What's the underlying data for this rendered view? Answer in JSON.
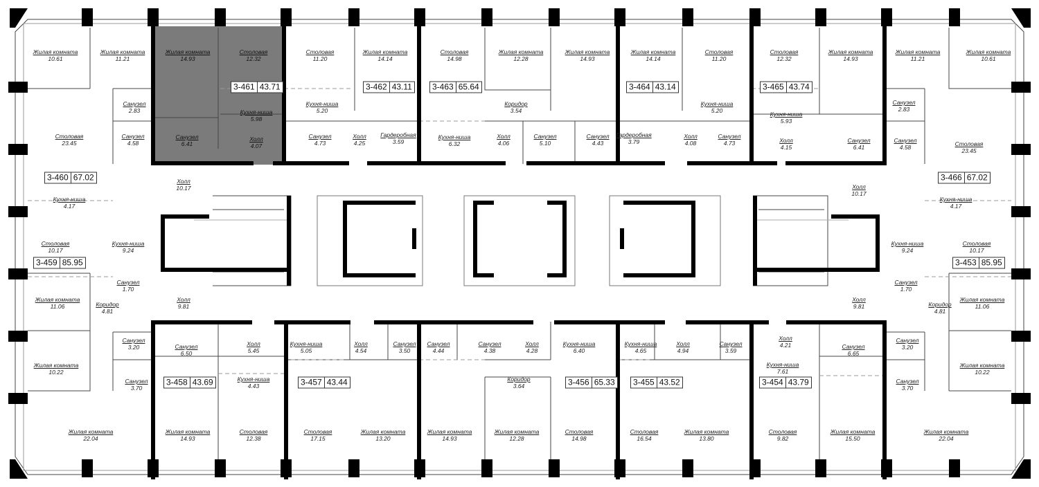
{
  "title": "Floor 3 apartment plan",
  "colors": {
    "wall": "#000000",
    "selected_fill": "#7b7b7b",
    "line": "#555555"
  },
  "selected_apartment": "3-461",
  "apartments": [
    {
      "id": "3-461",
      "area": "43.71"
    },
    {
      "id": "3-460",
      "area": "67.02"
    },
    {
      "id": "3-462",
      "area": "43.11"
    },
    {
      "id": "3-463",
      "area": "65.64"
    },
    {
      "id": "3-464",
      "area": "43.14"
    },
    {
      "id": "3-465",
      "area": "43.74"
    },
    {
      "id": "3-466",
      "area": "67.02"
    },
    {
      "id": "3-459",
      "area": "85.95"
    },
    {
      "id": "3-453",
      "area": "85.95"
    },
    {
      "id": "3-458",
      "area": "43.69"
    },
    {
      "id": "3-457",
      "area": "43.44"
    },
    {
      "id": "3-456",
      "area": "65.33"
    },
    {
      "id": "3-455",
      "area": "43.52"
    },
    {
      "id": "3-454",
      "area": "43.79"
    }
  ],
  "rooms": [
    {
      "name": "Жилая комната",
      "area": "10.61"
    },
    {
      "name": "Жилая комната",
      "area": "11.21"
    },
    {
      "name": "Жилая комната",
      "area": "14.93"
    },
    {
      "name": "Столовая",
      "area": "12.32"
    },
    {
      "name": "Санузел",
      "area": "2.83"
    },
    {
      "name": "Санузел",
      "area": "4.58"
    },
    {
      "name": "Столовая",
      "area": "23.45"
    },
    {
      "name": "Кухня-ниша",
      "area": "5.98"
    },
    {
      "name": "Санузел",
      "area": "6.41"
    },
    {
      "name": "Холл",
      "area": "4.07"
    },
    {
      "name": "Холл",
      "area": "10.17"
    },
    {
      "name": "Кухня-ниша",
      "area": "4.17"
    },
    {
      "name": "Столовая",
      "area": "11.20"
    },
    {
      "name": "Жилая комната",
      "area": "14.14"
    },
    {
      "name": "Кухня-ниша",
      "area": "5.20"
    },
    {
      "name": "Санузел",
      "area": "4.73"
    },
    {
      "name": "Холл",
      "area": "4.25"
    },
    {
      "name": "Гардеробная",
      "area": "3.59"
    },
    {
      "name": "Столовая",
      "area": "14.98"
    },
    {
      "name": "Жилая комната",
      "area": "12.28"
    },
    {
      "name": "Жилая комната",
      "area": "14.93"
    },
    {
      "name": "Коридор",
      "area": "3.54"
    },
    {
      "name": "Кухня-ниша",
      "area": "6.32"
    },
    {
      "name": "Холл",
      "area": "4.06"
    },
    {
      "name": "Санузел",
      "area": "5.10"
    },
    {
      "name": "Санузел",
      "area": "4.43"
    },
    {
      "name": "Жилая комната",
      "area": "14.14"
    },
    {
      "name": "Столовая",
      "area": "11.20"
    },
    {
      "name": "Гардеробная",
      "area": "3.79"
    },
    {
      "name": "Холл",
      "area": "4.08"
    },
    {
      "name": "Кухня-ниша",
      "area": "5.20"
    },
    {
      "name": "Санузел",
      "area": "4.73"
    },
    {
      "name": "Столовая",
      "area": "12.32"
    },
    {
      "name": "Жилая комната",
      "area": "14.93"
    },
    {
      "name": "Кухня-ниша",
      "area": "5.93"
    },
    {
      "name": "Холл",
      "area": "4.15"
    },
    {
      "name": "Санузел",
      "area": "6.41"
    },
    {
      "name": "Жилая комната",
      "area": "11.21"
    },
    {
      "name": "Жилая комната",
      "area": "10.61"
    },
    {
      "name": "Санузел",
      "area": "2.83"
    },
    {
      "name": "Санузел",
      "area": "4.58"
    },
    {
      "name": "Столовая",
      "area": "23.45"
    },
    {
      "name": "Холл",
      "area": "10.17"
    },
    {
      "name": "Кухня-ниша",
      "area": "4.17"
    },
    {
      "name": "Столовая",
      "area": "10.17"
    },
    {
      "name": "Кухня-ниша",
      "area": "9.24"
    },
    {
      "name": "Санузел",
      "area": "1.70"
    },
    {
      "name": "Холл",
      "area": "9.81"
    },
    {
      "name": "Жилая комната",
      "area": "11.06"
    },
    {
      "name": "Коридор",
      "area": "4.81"
    },
    {
      "name": "Кухня-ниша",
      "area": "9.24"
    },
    {
      "name": "Столовая",
      "area": "10.17"
    },
    {
      "name": "Санузел",
      "area": "1.70"
    },
    {
      "name": "Холл",
      "area": "9.81"
    },
    {
      "name": "Коридор",
      "area": "4.81"
    },
    {
      "name": "Жилая комната",
      "area": "11.06"
    },
    {
      "name": "Санузел",
      "area": "3.20"
    },
    {
      "name": "Жилая комната",
      "area": "10.22"
    },
    {
      "name": "Санузел",
      "area": "3.70"
    },
    {
      "name": "Жилая комната",
      "area": "22.04"
    },
    {
      "name": "Санузел",
      "area": "6.50"
    },
    {
      "name": "Холл",
      "area": "5.45"
    },
    {
      "name": "Кухня-ниша",
      "area": "4.43"
    },
    {
      "name": "Жилая комната",
      "area": "14.93"
    },
    {
      "name": "Столовая",
      "area": "12.38"
    },
    {
      "name": "Кухня-ниша",
      "area": "5.05"
    },
    {
      "name": "Холл",
      "area": "4.54"
    },
    {
      "name": "Санузел",
      "area": "3.50"
    },
    {
      "name": "Столовая",
      "area": "17.15"
    },
    {
      "name": "Жилая комната",
      "area": "13.20"
    },
    {
      "name": "Санузел",
      "area": "4.44"
    },
    {
      "name": "Санузел",
      "area": "4.38"
    },
    {
      "name": "Холл",
      "area": "4.28"
    },
    {
      "name": "Коридор",
      "area": "3.64"
    },
    {
      "name": "Жилая комната",
      "area": "14.93"
    },
    {
      "name": "Жилая комната",
      "area": "12.28"
    },
    {
      "name": "Кухня-ниша",
      "area": "6.40"
    },
    {
      "name": "Столовая",
      "area": "14.98"
    },
    {
      "name": "Кухня-ниша",
      "area": "4.65"
    },
    {
      "name": "Холл",
      "area": "4.94"
    },
    {
      "name": "Санузел",
      "area": "3.59"
    },
    {
      "name": "Столовая",
      "area": "16.54"
    },
    {
      "name": "Жилая комната",
      "area": "13.80"
    },
    {
      "name": "Холл",
      "area": "4.21"
    },
    {
      "name": "Кухня-ниша",
      "area": "7.61"
    },
    {
      "name": "Санузел",
      "area": "6.65"
    },
    {
      "name": "Столовая",
      "area": "9.82"
    },
    {
      "name": "Жилая комната",
      "area": "15.50"
    },
    {
      "name": "Санузел",
      "area": "3.20"
    },
    {
      "name": "Жилая комната",
      "area": "10.22"
    },
    {
      "name": "Санузел",
      "area": "3.70"
    },
    {
      "name": "Жилая комната",
      "area": "22.04"
    }
  ]
}
